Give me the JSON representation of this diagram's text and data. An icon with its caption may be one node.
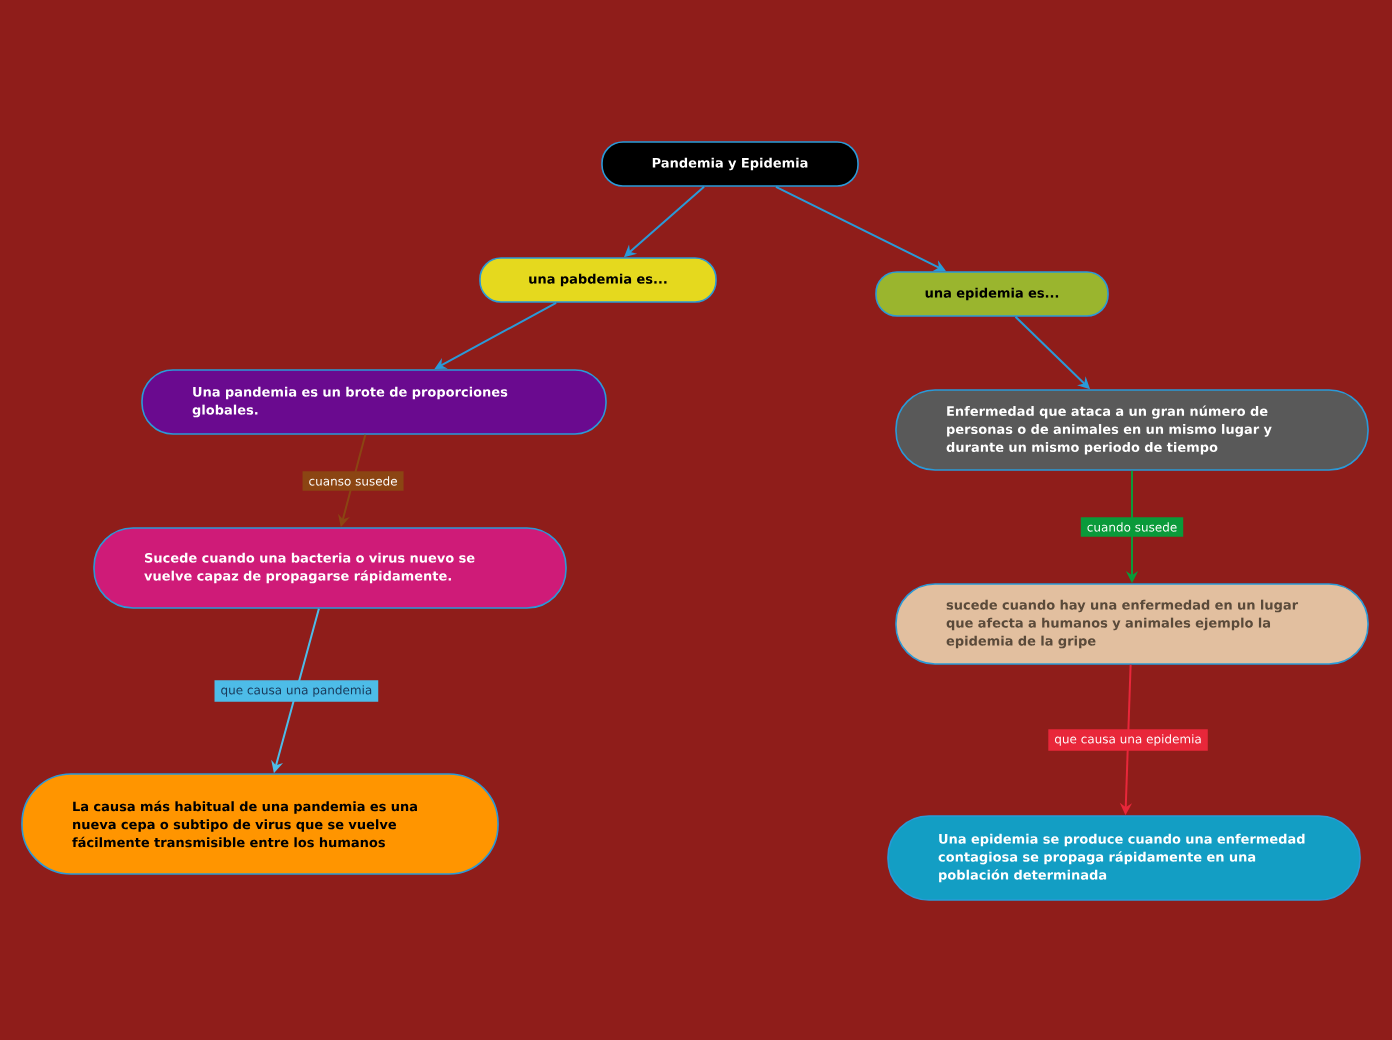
{
  "diagram": {
    "nodes": [
      {
        "text": [
          "Pandemia y Epidemia"
        ]
      },
      {
        "text": [
          "una pabdemia es..."
        ]
      },
      {
        "text": [
          "una epidemia es..."
        ]
      },
      {
        "text": [
          "Una pandemia es un brote de proporciones globales."
        ]
      },
      {
        "text": [
          "Enfermedad que ataca a un gran número de personas o de animales en un mismo lugar y durante un mismo periodo de tiempo"
        ]
      },
      {
        "text": [
          "Sucede cuando una bacteria o virus nuevo se vuelve capaz de propagarse rápidamente."
        ]
      },
      {
        "text": [
          "sucede cuando hay una enfermedad en un lugar que afecta a humanos y animales ejemplo la epidemia de la gripe"
        ]
      },
      {
        "text": [
          "La causa más habitual de una pandemia es una nueva cepa o subtipo de virus que se vuelve fácilmente transmisible entre los humanos"
        ]
      },
      {
        "text": [
          "Una epidemia se produce cuando una enfermedad contagiosa se propaga rápidamente en una población determinada"
        ]
      }
    ],
    "edges": [
      {
        "from": 0,
        "to": 1,
        "arrow": "to"
      },
      {
        "from": 0,
        "to": 2,
        "arrow": "to"
      },
      {
        "from": 1,
        "to": 3,
        "arrow": "to"
      },
      {
        "from": 2,
        "to": 4,
        "arrow": "to"
      },
      {
        "from": 3,
        "to": 5,
        "arrow": "to",
        "label": "cuanso susede",
        "color": "#8b4513"
      },
      {
        "from": 4,
        "to": 6,
        "arrow": "to",
        "label": "cuando susede",
        "color": "#0a9a3a"
      },
      {
        "from": 5,
        "to": 7,
        "arrow": "to",
        "label": "que causa una pandemia",
        "color": "#4dbce8"
      },
      {
        "from": 6,
        "to": 8,
        "arrow": "to",
        "label": "que causa una epidemia",
        "color": "#e8273a"
      }
    ]
  }
}
